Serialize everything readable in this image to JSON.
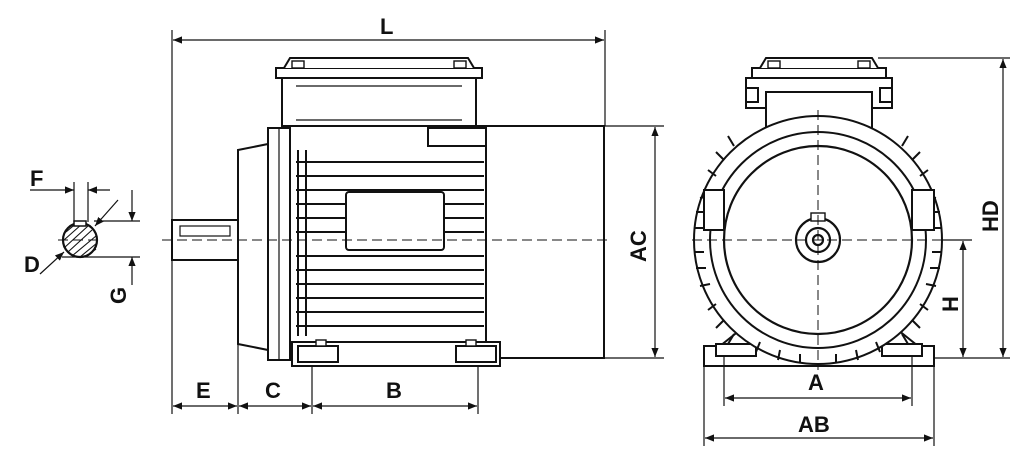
{
  "labels": {
    "L": "L",
    "AC": "AC",
    "HD": "HD",
    "H": "H",
    "E": "E",
    "C": "C",
    "B": "B",
    "A": "A",
    "AB": "AB",
    "F": "F",
    "D": "D",
    "G": "G"
  },
  "colors": {
    "line": "#111111",
    "background": "#ffffff"
  }
}
